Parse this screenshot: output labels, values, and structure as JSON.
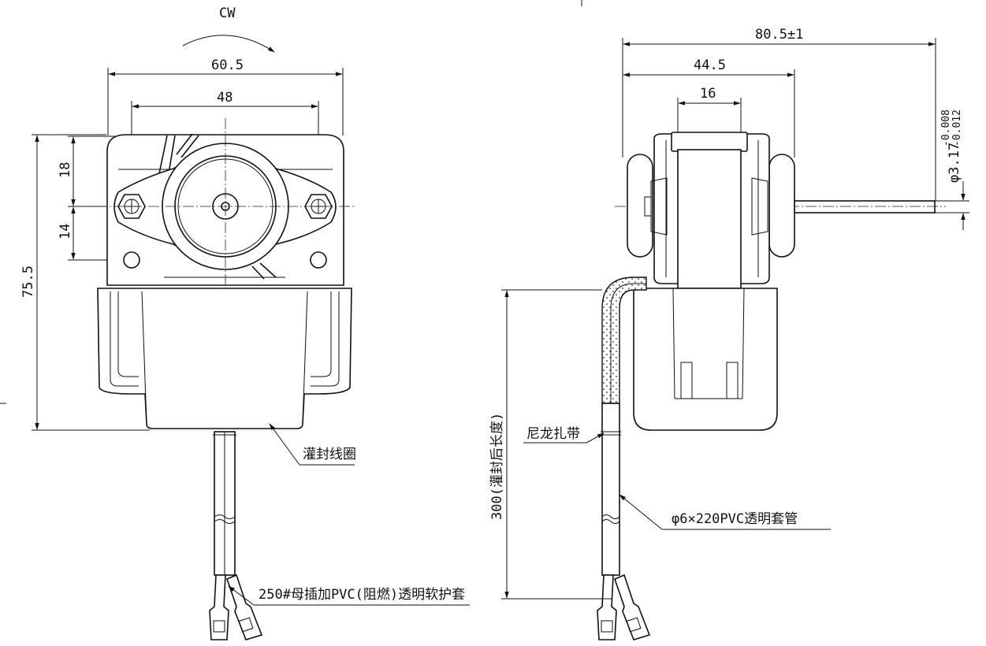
{
  "drawing": {
    "rotation_label": "CW",
    "front_view": {
      "overall_width": "60.5",
      "hole_spacing": "48",
      "upper_offset": "18",
      "lower_offset": "14",
      "overall_height": "75.5",
      "potting_note": "灌封线圈",
      "terminal_note": "250#母插加PVC(阻燃)透明软护套"
    },
    "side_view": {
      "overall_length": "80.5±1",
      "body_length": "44.5",
      "bracket_width": "16",
      "shaft_diameter": "φ3.17",
      "shaft_tol_upper": "-0.008",
      "shaft_tol_lower": "-0.012",
      "lead_length": "300(灌封后长度)",
      "tie_note": "尼龙扎带",
      "sleeve_note": "φ6×220PVC透明套管"
    }
  }
}
